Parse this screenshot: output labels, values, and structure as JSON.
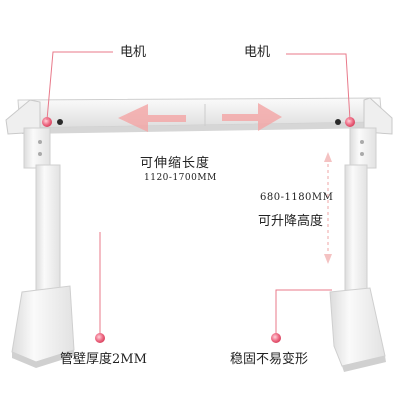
{
  "annotations": {
    "motor_left": "电机",
    "motor_right": "电机",
    "width_adjust": "可伸缩长度",
    "width_range": "1120-1700MM",
    "height_range": "680-1180MM",
    "height_adjust": "可升降高度",
    "tube_thickness": "管壁厚度2MM",
    "stability": "稳固不易变形"
  },
  "colors": {
    "frame": "#f1f1f1",
    "frame_shadow": "#d4d4d4",
    "callout_line": "#e8798a",
    "callout_dot": "#e9506c",
    "arrow": "#f4a5a5"
  },
  "icons": {
    "horizontal_arrows": "double-arrow-horizontal",
    "vertical_arrows": "double-arrow-vertical"
  }
}
